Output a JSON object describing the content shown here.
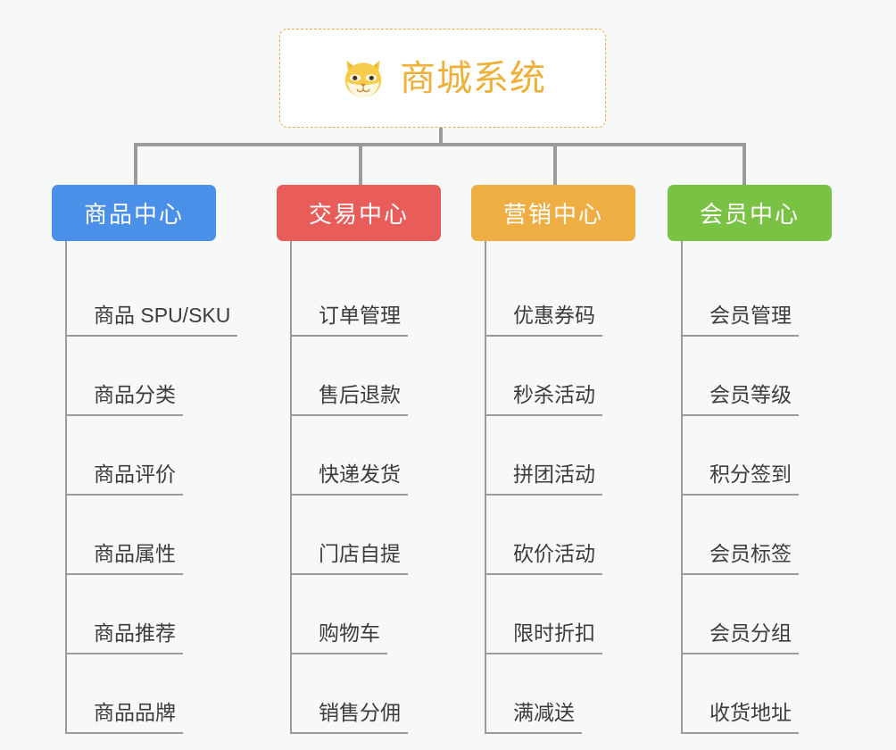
{
  "diagram": {
    "type": "mindmap",
    "background_color": "#f7f8f8",
    "root": {
      "title": "商城系统",
      "icon": "shiba-dog-face-icon",
      "text_color": "#eeb037",
      "border_color": "#e9ab44",
      "background_color": "#ffffff"
    },
    "branches": [
      {
        "label": "商品中心",
        "color": "#4a90e8",
        "items": [
          "商品 SPU/SKU",
          "商品分类",
          "商品评价",
          "商品属性",
          "商品推荐",
          "商品品牌"
        ]
      },
      {
        "label": "交易中心",
        "color": "#e85d5a",
        "items": [
          "订单管理",
          "售后退款",
          "快递发货",
          "门店自提",
          "购物车",
          "销售分佣"
        ]
      },
      {
        "label": "营销中心",
        "color": "#eeae44",
        "items": [
          "优惠券码",
          "秒杀活动",
          "拼团活动",
          "砍价活动",
          "限时折扣",
          "满减送"
        ]
      },
      {
        "label": "会员中心",
        "color": "#79c243",
        "items": [
          "会员管理",
          "会员等级",
          "积分签到",
          "会员标签",
          "会员分组",
          "收货地址"
        ]
      }
    ]
  }
}
